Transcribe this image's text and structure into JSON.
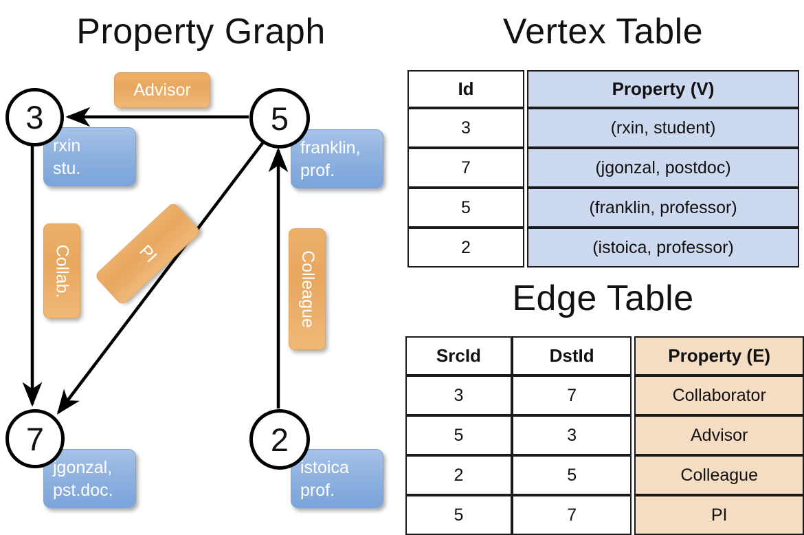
{
  "graph": {
    "title": "Property Graph",
    "nodes": [
      {
        "id": "3",
        "property_lines": [
          "rxin",
          "stu."
        ]
      },
      {
        "id": "5",
        "property_lines": [
          "franklin,",
          "prof."
        ]
      },
      {
        "id": "7",
        "property_lines": [
          "jgonzal,",
          "pst.doc."
        ]
      },
      {
        "id": "2",
        "property_lines": [
          "istoica",
          "prof."
        ]
      }
    ],
    "edge_labels": [
      {
        "name": "advisor",
        "text": "Advisor"
      },
      {
        "name": "collab",
        "text": "Collab."
      },
      {
        "name": "pi",
        "text": "PI"
      },
      {
        "name": "colleague",
        "text": "Colleague"
      }
    ],
    "colors": {
      "vertex_box": "#8fb2e0",
      "edge_box": "#e8a75f",
      "node_stroke": "#000000",
      "arrow": "#000000"
    }
  },
  "vertex_table": {
    "title": "Vertex Table",
    "headers": [
      "Id",
      "Property (V)"
    ],
    "rows": [
      {
        "id": "3",
        "property": "(rxin, student)"
      },
      {
        "id": "7",
        "property": "(jgonzal, postdoc)"
      },
      {
        "id": "5",
        "property": "(franklin, professor)"
      },
      {
        "id": "2",
        "property": "(istoica, professor)"
      }
    ],
    "property_column_color": "#ccd9ee"
  },
  "edge_table": {
    "title": "Edge Table",
    "headers": [
      "SrcId",
      "DstId",
      "Property (E)"
    ],
    "rows": [
      {
        "src": "3",
        "dst": "7",
        "property": "Collaborator"
      },
      {
        "src": "5",
        "dst": "3",
        "property": "Advisor"
      },
      {
        "src": "2",
        "dst": "5",
        "property": "Colleague"
      },
      {
        "src": "5",
        "dst": "7",
        "property": "PI"
      }
    ],
    "property_column_color": "#f5ddc4"
  }
}
